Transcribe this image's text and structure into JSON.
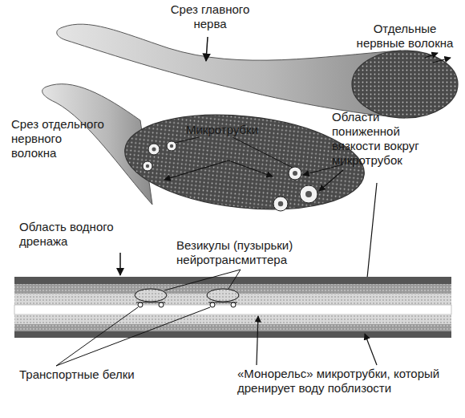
{
  "diagram": {
    "labels": [
      "Срез главного нерва",
      "Отдельные нервные волокна",
      "Срез отдельного нервного волокна",
      "Микротрубки",
      "Области пониженной вязкости вокруг микротрубок",
      "Область водного дренажа",
      "Везикулы (пузырьки) нейротрансмиттера",
      "Транспортные белки",
      "«Монорельс» микротрубки, который дренирует воду поблизости"
    ]
  }
}
